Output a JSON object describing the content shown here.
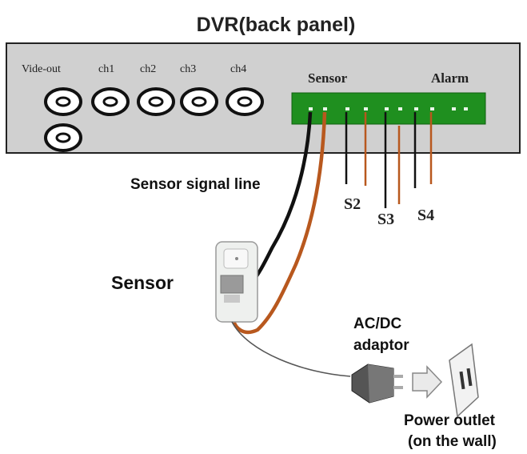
{
  "title": "DVR(back panel)",
  "panel": {
    "ports": {
      "video_out": "Vide-out",
      "ch1": "ch1",
      "ch2": "ch2",
      "ch3": "ch3",
      "ch4": "ch4"
    },
    "sensor_label": "Sensor",
    "alarm_label": "Alarm"
  },
  "wires": {
    "signal_line_label": "Sensor signal line",
    "s2": "S2",
    "s3": "S3",
    "s4": "S4"
  },
  "sensor_device_label": "Sensor",
  "adaptor_label": {
    "line1": "AC/DC",
    "line2": "adaptor"
  },
  "outlet_label": {
    "line1": "Power outlet",
    "line2": "(on the wall)"
  },
  "colors": {
    "panel_fill": "#d0d0d0",
    "terminal_block": "#1f8f1f",
    "wire_black": "#111111",
    "wire_orange": "#b8581e"
  }
}
